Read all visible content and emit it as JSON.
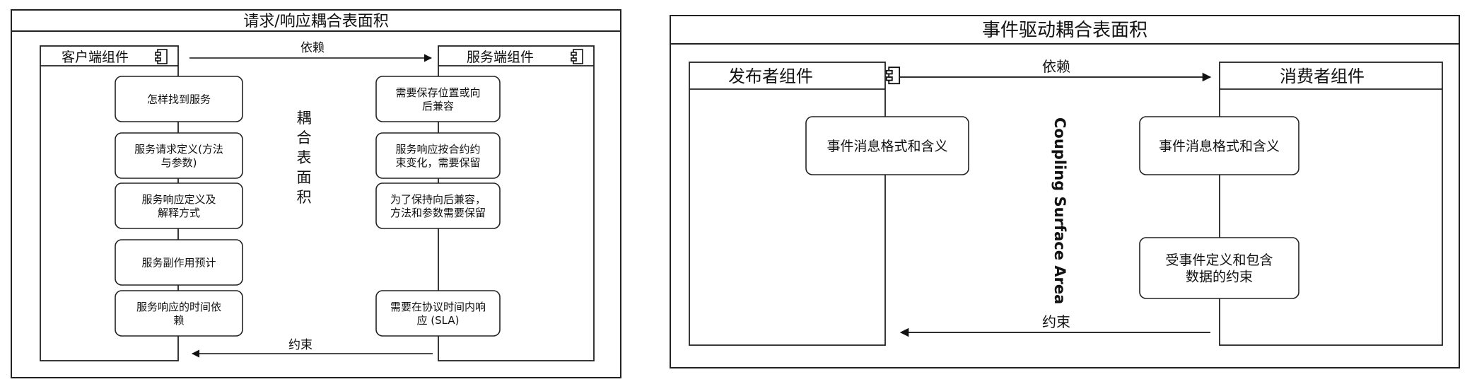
{
  "left_panel": {
    "title": "请求/响应耦合表面积",
    "client": {
      "title": "客户端组件",
      "icon": "component-icon",
      "items": [
        [
          "怎样找到服务"
        ],
        [
          "服务请求定义(方法",
          "与参数)"
        ],
        [
          "服务响应定义及",
          "解释方式"
        ],
        [
          "服务副作用预计"
        ],
        [
          "服务响应的时间依",
          "赖"
        ]
      ]
    },
    "server": {
      "title": "服务端组件",
      "icon": "component-icon",
      "items": [
        [
          "需要保存位置或向",
          "后兼容"
        ],
        [
          "服务响应按合约约",
          "束变化，需要保留"
        ],
        [
          "为了保持向后兼容，",
          "方法和参数需要保留"
        ],
        [
          "需要在协议时间内响",
          "应 (SLA)"
        ]
      ]
    },
    "depends_label": "依赖",
    "constraint_label": "约束",
    "center_label": [
      "耦",
      "合",
      "表",
      "面",
      "积"
    ]
  },
  "right_panel": {
    "title": "事件驱动耦合表面积",
    "publisher": {
      "title": "发布者组件",
      "icon": "component-icon",
      "items": [
        [
          "事件消息格式和含义"
        ]
      ]
    },
    "consumer": {
      "title": "消费者组件",
      "icon": "component-icon",
      "items": [
        [
          "事件消息格式和含义"
        ],
        [
          "受事件定义和包含",
          "数据的约束"
        ]
      ]
    },
    "depends_label": "依赖",
    "constraint_label": "约束",
    "center_label": "Coupling Surface Area"
  }
}
